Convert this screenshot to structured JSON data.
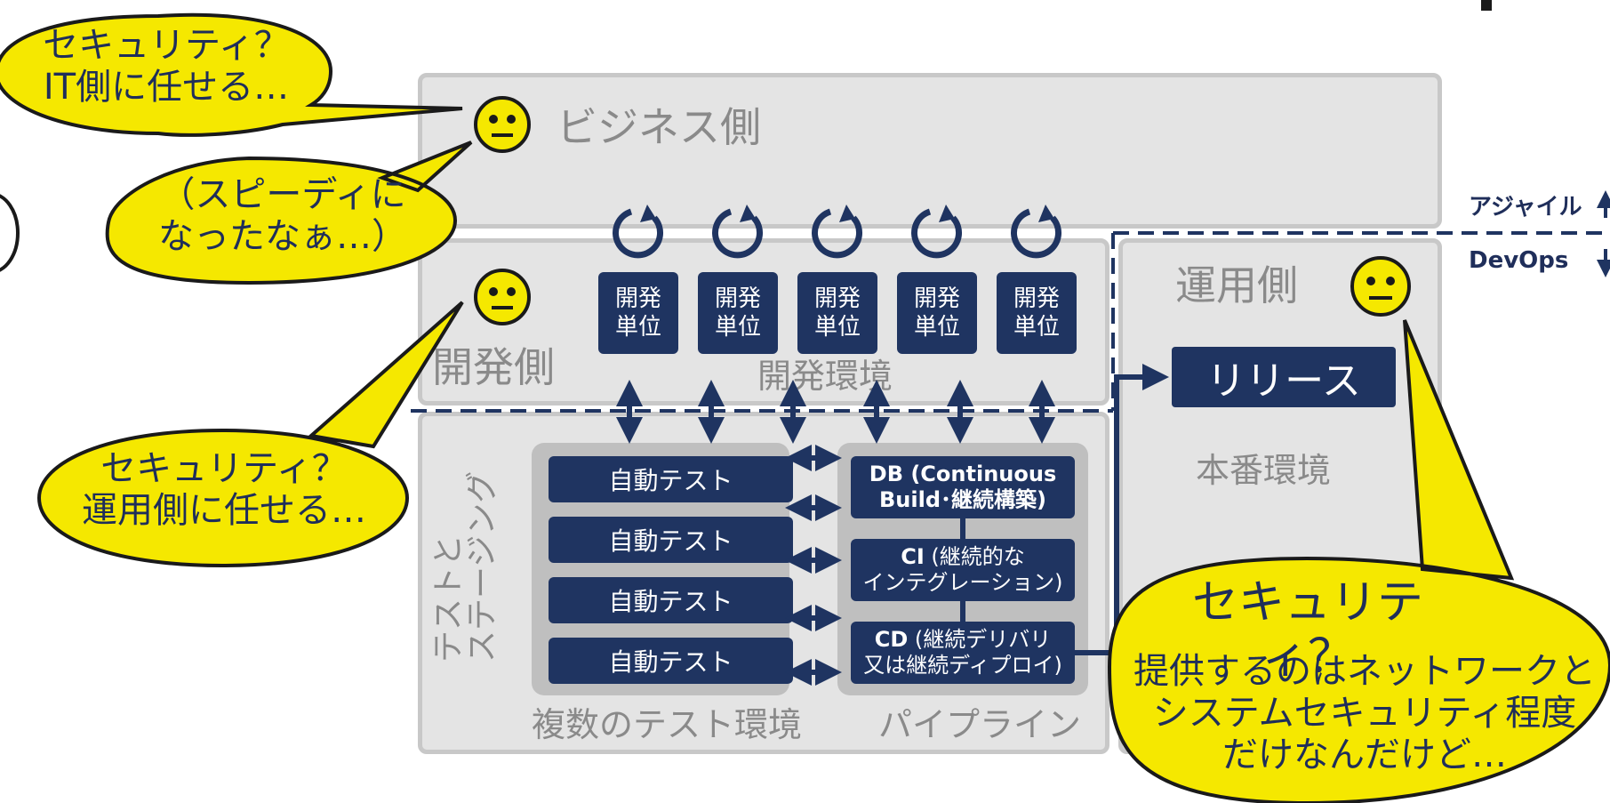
{
  "groups": {
    "business": "ビジネス側",
    "development": "開発側",
    "operations": "運用側",
    "dev_env": "開発環境",
    "test_staging": "テストと\nステージング",
    "test_envs": "複数のテスト環境",
    "pipeline": "パイプライン",
    "production": "本番環境"
  },
  "dev_units": [
    "開発\n単位",
    "開発\n単位",
    "開発\n単位",
    "開発\n単位",
    "開発\n単位"
  ],
  "auto_tests": [
    "自動テスト",
    "自動テスト",
    "自動テスト",
    "自動テスト"
  ],
  "pipeline_steps": [
    {
      "bold": "DB",
      "rest": " (Continuous\nBuild･継続構築)"
    },
    {
      "bold": "CI",
      "rest": " (継続的な\nインテグレーション)"
    },
    {
      "bold": "CD",
      "rest": " (継続デリバリ\n又は継続ディプロイ)"
    }
  ],
  "release_label": "リリース",
  "lanes": {
    "agile": "アジャイル",
    "devops": "DevOps"
  },
  "bubbles": {
    "business_top": "セキュリティ？\nIT側に任せる…",
    "business_mid": "（スピーディに\nなったなぁ…）",
    "development": "セキュリティ？\n運用側に任せる…",
    "operations_title": "セキュリティ？",
    "operations_body": "提供するのはネットワークと\nシステムセキュリティ程度\nだけなんだけど…"
  },
  "colors": {
    "navy": "#1f3461",
    "bubble_fill": "#f5e800",
    "panel": "#e4e4e4",
    "face": "#f5e800"
  }
}
